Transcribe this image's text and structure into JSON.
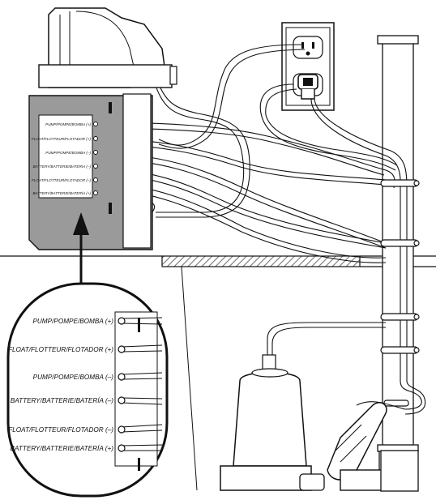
{
  "diagram": {
    "colors": {
      "ink": "#111111",
      "panel": "#9a9a9a",
      "hatch": "#777777",
      "paper": "#ffffff"
    },
    "terminal_labels": [
      "PUMP/POMPE/BOMBA (+)",
      "FLOAT/FLOTTEUR/FLOTADOR (+)",
      "PUMP/POMPE/BOMBA (–)",
      "BATTERY/BATTERIE/BATERÍA (–)",
      "FLOAT/FLOTTEUR/FLOTADOR (–)",
      "BATTERY/BATTERIE/BATERÍA (+)"
    ],
    "callout_labels": [
      "PUMP/POMPE/BOMBA (+)",
      "FLOAT/FLOTTEUR/FLOTADOR (+)",
      "PUMP/POMPE/BOMBA (–)",
      "BATTERY/BATTERIE/BATERÍA (–)",
      "FLOAT/FLOTTEUR/FLOTADOR (–)",
      "BATTERY/BATTERIE/BATERÍA (+)"
    ],
    "icons": [
      "wall-outlet-icon",
      "power-plug-icon",
      "sump-pump-icon",
      "float-switch-icon",
      "pipe-clamp-icon"
    ]
  }
}
